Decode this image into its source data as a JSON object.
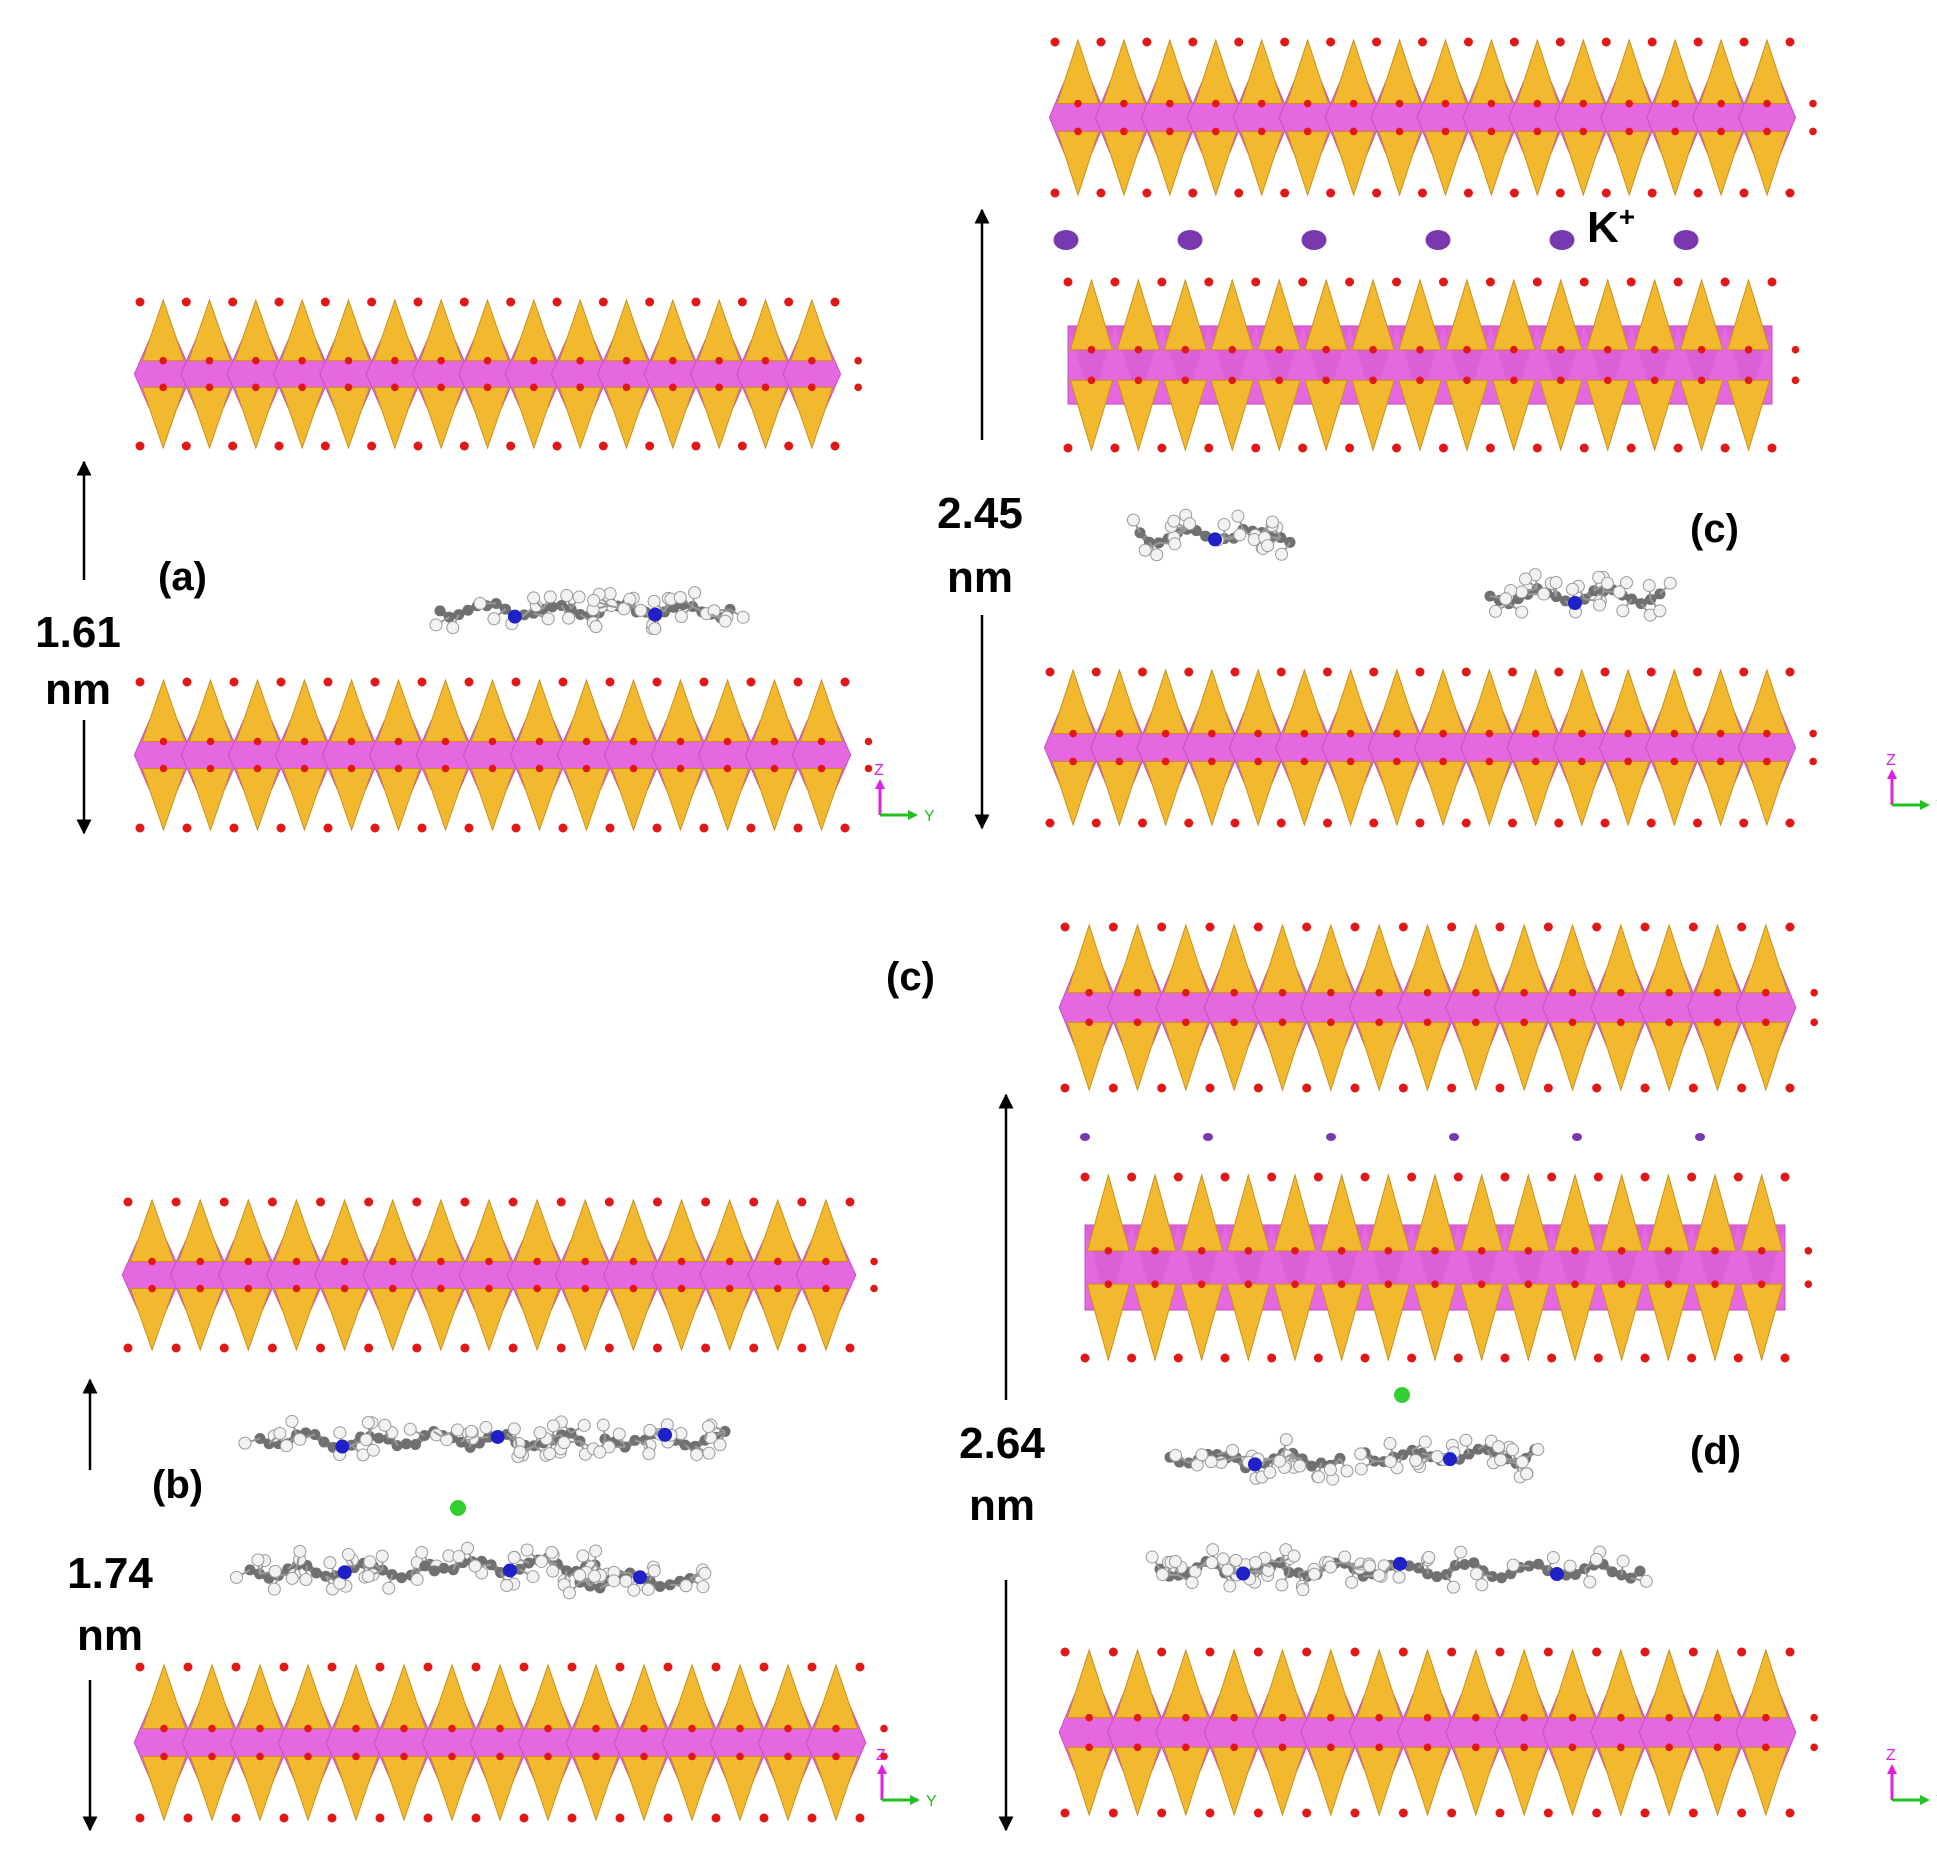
{
  "panels": [
    {
      "id": "a",
      "label": "(a)",
      "spacing_value": "1.61",
      "spacing_unit": "nm",
      "guest": "single flat organic cation"
    },
    {
      "id": "top-right",
      "label": "(c)",
      "spacing_value": "2.45",
      "spacing_unit": "nm",
      "ion_label": "K",
      "ion_charge": "+",
      "guest": "two organic cations plus interlayer potassium row"
    },
    {
      "id": "b",
      "label": "(b)",
      "spacing_value": "1.74",
      "spacing_unit": "nm",
      "guest": "bilayer of organic cations with chloride"
    },
    {
      "id": "d",
      "label": "(d)",
      "spacing_value": "2.64",
      "spacing_unit": "nm",
      "guest": "organic cations with chloride plus interlayer potassium row"
    }
  ],
  "stray_label": "(c)",
  "axes": {
    "z": "Z",
    "y": "Y"
  },
  "colors": {
    "tetrahedra": "#f2b82e",
    "octahedra": "#e568e0",
    "oxygen": "#e01818",
    "potassium": "#7a38b0",
    "carbon": "#707070",
    "hydrogen": "#f2f2f2",
    "nitrogen": "#2020c8",
    "chlorine": "#30d030",
    "axis_z": "#e020e0",
    "axis_y": "#20c020"
  }
}
